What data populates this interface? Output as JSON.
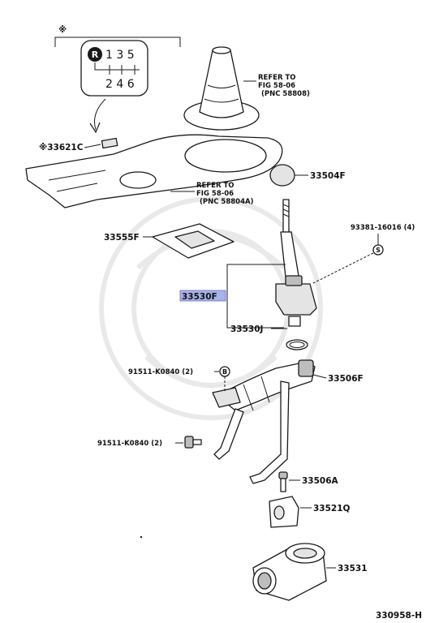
{
  "symbols": {
    "asterisk": "※"
  },
  "shift_pattern": {
    "reverse": "R",
    "top_row": "1 3 5",
    "bottom_row": "2 4 6"
  },
  "refs": {
    "boot": [
      "REFER TO",
      "FIG 58-06",
      "(PNC 58808)"
    ],
    "panel": [
      "REFER TO",
      "FIG 58-06",
      "(PNC 58804A)"
    ]
  },
  "parts": {
    "p33621c": "※33621C",
    "p33504f": "33504F",
    "p93381": "93381-16016 (4)",
    "p33555f": "33555F",
    "p33530f": "33530F",
    "p33530j": "33530J",
    "p91511a": "91511-K0840 (2)",
    "p33506f": "33506F",
    "p91511b": "91511-K0840 (2)",
    "p33506a": "33506A",
    "p33521q": "33521Q",
    "p33531": "33531"
  },
  "callout_markers": {
    "s": "S",
    "b": "B"
  },
  "highlight_color": "#a9b2e8",
  "figure_id": "330958-H"
}
